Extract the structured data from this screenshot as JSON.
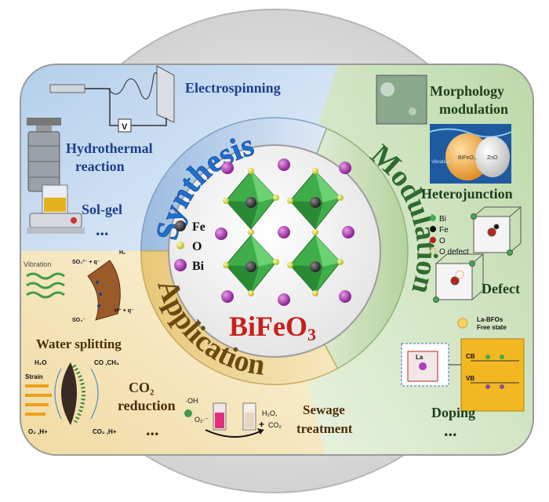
{
  "center": {
    "formula_main": "BiFeO",
    "formula_sub": "3",
    "legend": [
      {
        "label": "Fe",
        "color": "#3a3a3a"
      },
      {
        "label": "O",
        "color": "#d6d63a"
      },
      {
        "label": "Bi",
        "color": "#b23ab8"
      }
    ]
  },
  "ring": {
    "synthesis": "Synthesis",
    "modulation": "Modulation",
    "application": "Application"
  },
  "synthesis": {
    "electrospinning": "Electrospinning",
    "voltage": "V",
    "hydrothermal_1": "Hydrothermal",
    "hydrothermal_2": "reaction",
    "solgel": "Sol-gel",
    "more": "..."
  },
  "modulation": {
    "morphology_1": "Morphology",
    "morphology_2": "modulation",
    "hetero_zno": "ZnO",
    "hetero_bfo": "BiFeO₃",
    "hetero_vib": "Vibration",
    "heterojunction": "Heterojunction",
    "legend_bi": "Bi",
    "legend_fe": "Fe",
    "legend_o": "O",
    "legend_odefect": "O defect",
    "defect": "Defect",
    "la_bfos": "La-BFOs",
    "free_state": "Free state",
    "cb": "CB",
    "vb": "VB",
    "la": "La",
    "doping": "Doping",
    "more": "..."
  },
  "application": {
    "vibration": "Vibration",
    "h2": "H₂",
    "so4_top": "SO₄²⁻ + q⁻",
    "so4_bottom": "SO₄⁻",
    "h_q": "H⁺ + q⁻",
    "water_splitting": "Water splitting",
    "h2o": "H₂O",
    "co_ch4": "CO ,CH₄",
    "strain": "Strain",
    "o2_h": "O₂ ,H+",
    "co2_h": "CO₂ ,H+",
    "co2_1": "CO₂",
    "co2_2": "reduction",
    "oh": "·OH",
    "o2_rad": "O₂·⁻",
    "h2o_co2_1": "H₂O,",
    "h2o_co2_2": "CO₂",
    "sewage_1": "Sewage",
    "sewage_2": "treatment",
    "more": "..."
  },
  "colors": {
    "synthesis_bg": "#cfe0f0",
    "modulation_bg": "#d8e8c8",
    "application_bg": "#f3e3b8",
    "title_blue": "#1d6fd1",
    "title_green": "#2f6b2f",
    "title_brown": "#6b4a12",
    "octahedron": "#3fae4a"
  }
}
